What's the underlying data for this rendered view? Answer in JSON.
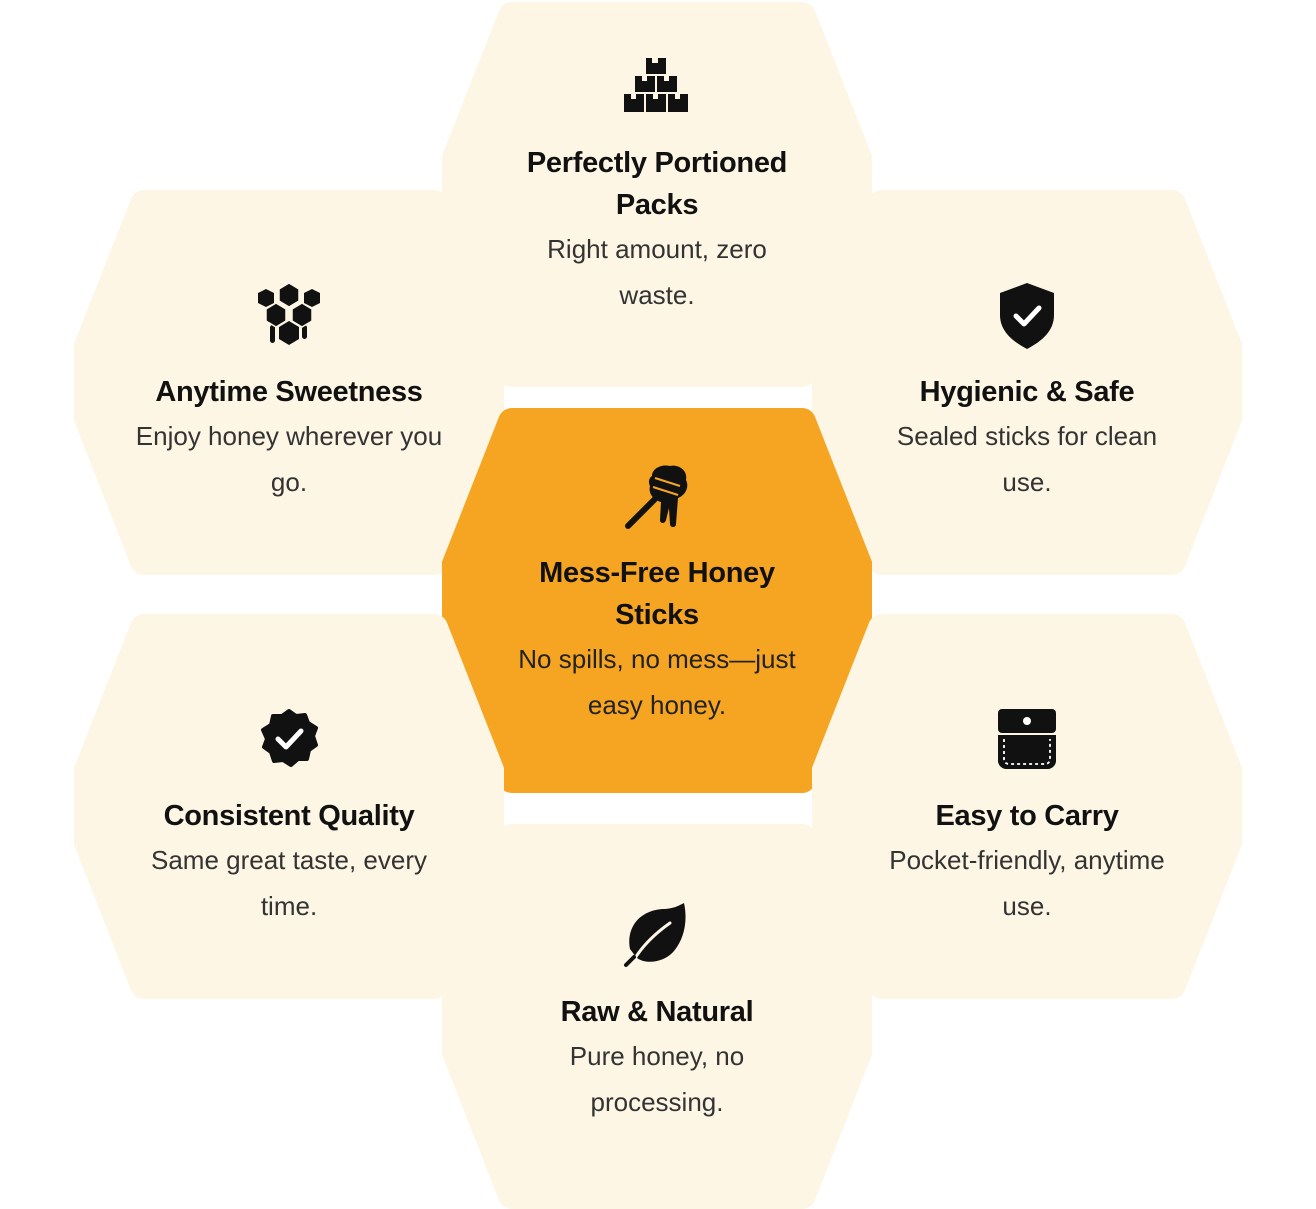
{
  "colors": {
    "pale": "#fdf6e4",
    "accent": "#f5a521",
    "text": "#111111"
  },
  "features": [
    {
      "key": "top",
      "icon": "stacked-boxes-icon",
      "title": "Perfectly Portioned Packs",
      "desc": "Right amount, zero waste."
    },
    {
      "key": "upper-left",
      "icon": "honeycomb-drip-icon",
      "title": "Anytime Sweetness",
      "desc": "Enjoy honey wherever you go."
    },
    {
      "key": "upper-right",
      "icon": "shield-check-icon",
      "title": "Hygienic & Safe",
      "desc": "Sealed sticks for clean use."
    },
    {
      "key": "center",
      "icon": "honey-dipper-icon",
      "title": "Mess-Free Honey Sticks",
      "desc": "No spills, no mess—just easy honey."
    },
    {
      "key": "lower-left",
      "icon": "badge-check-icon",
      "title": "Consistent Quality",
      "desc": "Same great taste, every time."
    },
    {
      "key": "lower-right",
      "icon": "pocket-icon",
      "title": "Easy to Carry",
      "desc": "Pocket-friendly, anytime use."
    },
    {
      "key": "bottom",
      "icon": "leaf-icon",
      "title": "Raw & Natural",
      "desc": "Pure honey, no processing."
    }
  ]
}
